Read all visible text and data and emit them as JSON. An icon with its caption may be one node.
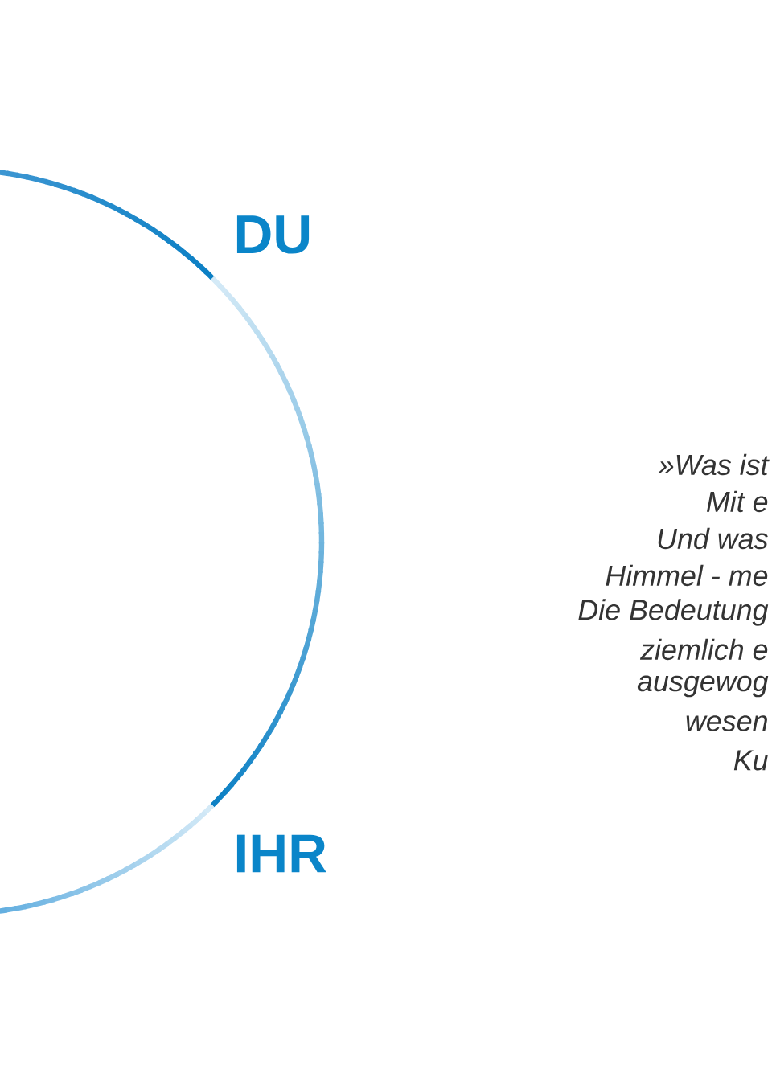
{
  "diagram": {
    "labels": [
      "DU",
      "IHR",
      "»Was ist",
      "Mit e",
      "Und was",
      "Himmel - me",
      "Die Bedeutung",
      "ziemlich e",
      "ausgewog",
      "wesen",
      "Ku"
    ]
  }
}
